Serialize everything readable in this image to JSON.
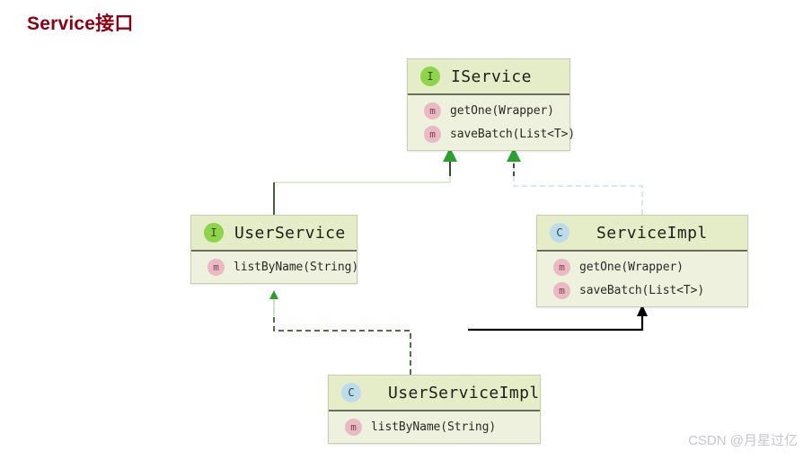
{
  "page": {
    "title": "Service接口",
    "title_color": "#8b0014",
    "background": "#ffffff",
    "watermark": "CSDN @月星过亿"
  },
  "palette": {
    "box_header_bg": "#e5ecc8",
    "box_body_bg": "#eef1de",
    "box_border": "#c9cfae",
    "separator": "#6b6f5a",
    "interface_badge_bg": "#8ed34a",
    "class_badge_bg": "#bcdcea",
    "method_badge_bg": "#eab9c3",
    "inherit_arrow": "#2e9e33",
    "inherit_line_dark": "#1d3d14",
    "inherit_line_light": "#cfe8c4",
    "dependency_line": "#000000"
  },
  "classes": [
    {
      "id": "iservice",
      "name": "IService",
      "stereotype": "interface",
      "badge": "interface-icon",
      "badge_letter": "I",
      "members": [
        {
          "badge": "method-icon",
          "badge_letter": "m",
          "label": "getOne(Wrapper)"
        },
        {
          "badge": "method-icon",
          "badge_letter": "m",
          "label": "saveBatch(List<T>)"
        }
      ]
    },
    {
      "id": "userservice",
      "name": "UserService",
      "stereotype": "interface",
      "badge": "interface-icon",
      "badge_letter": "I",
      "members": [
        {
          "badge": "method-icon",
          "badge_letter": "m",
          "label": "listByName(String)"
        }
      ]
    },
    {
      "id": "serviceimpl",
      "name": "ServiceImpl",
      "stereotype": "class",
      "badge": "class-icon",
      "badge_letter": "C",
      "members": [
        {
          "badge": "method-icon",
          "badge_letter": "m",
          "label": "getOne(Wrapper)"
        },
        {
          "badge": "method-icon",
          "badge_letter": "m",
          "label": "saveBatch(List<T>)"
        }
      ]
    },
    {
      "id": "userserviceimpl",
      "name": "UserServiceImpl",
      "stereotype": "class",
      "badge": "class-icon",
      "badge_letter": "C",
      "members": [
        {
          "badge": "method-icon",
          "badge_letter": "m",
          "label": "listByName(String)"
        }
      ]
    }
  ],
  "relations": [
    {
      "id": "userservice-to-iservice",
      "from": "UserService",
      "to": "IService",
      "kind": "generalization",
      "style": "solid",
      "arrow": "hollow-triangle-green"
    },
    {
      "id": "serviceimpl-to-iservice",
      "from": "ServiceImpl",
      "to": "IService",
      "kind": "realization",
      "style": "dashed",
      "arrow": "hollow-triangle-green"
    },
    {
      "id": "userserviceimpl-to-userservice",
      "from": "UserServiceImpl",
      "to": "UserService",
      "kind": "realization",
      "style": "dashed",
      "arrow": "hollow-triangle-green"
    },
    {
      "id": "userserviceimpl-to-serviceimpl",
      "from": "UserServiceImpl",
      "to": "ServiceImpl",
      "kind": "generalization",
      "style": "solid",
      "arrow": "open-arrow-black"
    }
  ]
}
